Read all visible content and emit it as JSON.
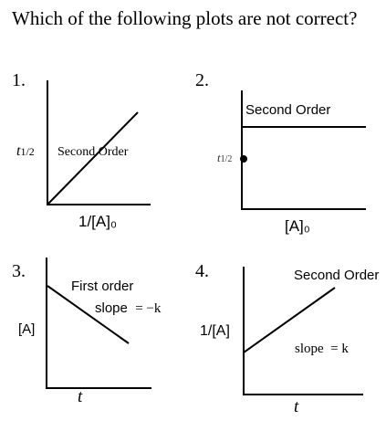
{
  "question": "Which of the following plots are not correct?",
  "plots": [
    {
      "number": "1.",
      "y_label_main": "t",
      "y_label_sub": "1/2",
      "x_label": "1/[A]₀",
      "annotation": "Second Order"
    },
    {
      "number": "2.",
      "y_label_main": "t",
      "y_label_sub": "1/2",
      "x_label": "[A]₀",
      "annotation": "Second Order"
    },
    {
      "number": "3.",
      "y_label": "[A]",
      "x_label": "t",
      "annotation": "First order",
      "slope_label": "slope",
      "slope_value": "= −k"
    },
    {
      "number": "4.",
      "y_label": "1/[A]",
      "x_label": "t",
      "annotation": "Second Order",
      "slope_label": "slope",
      "slope_value": "= k"
    }
  ]
}
